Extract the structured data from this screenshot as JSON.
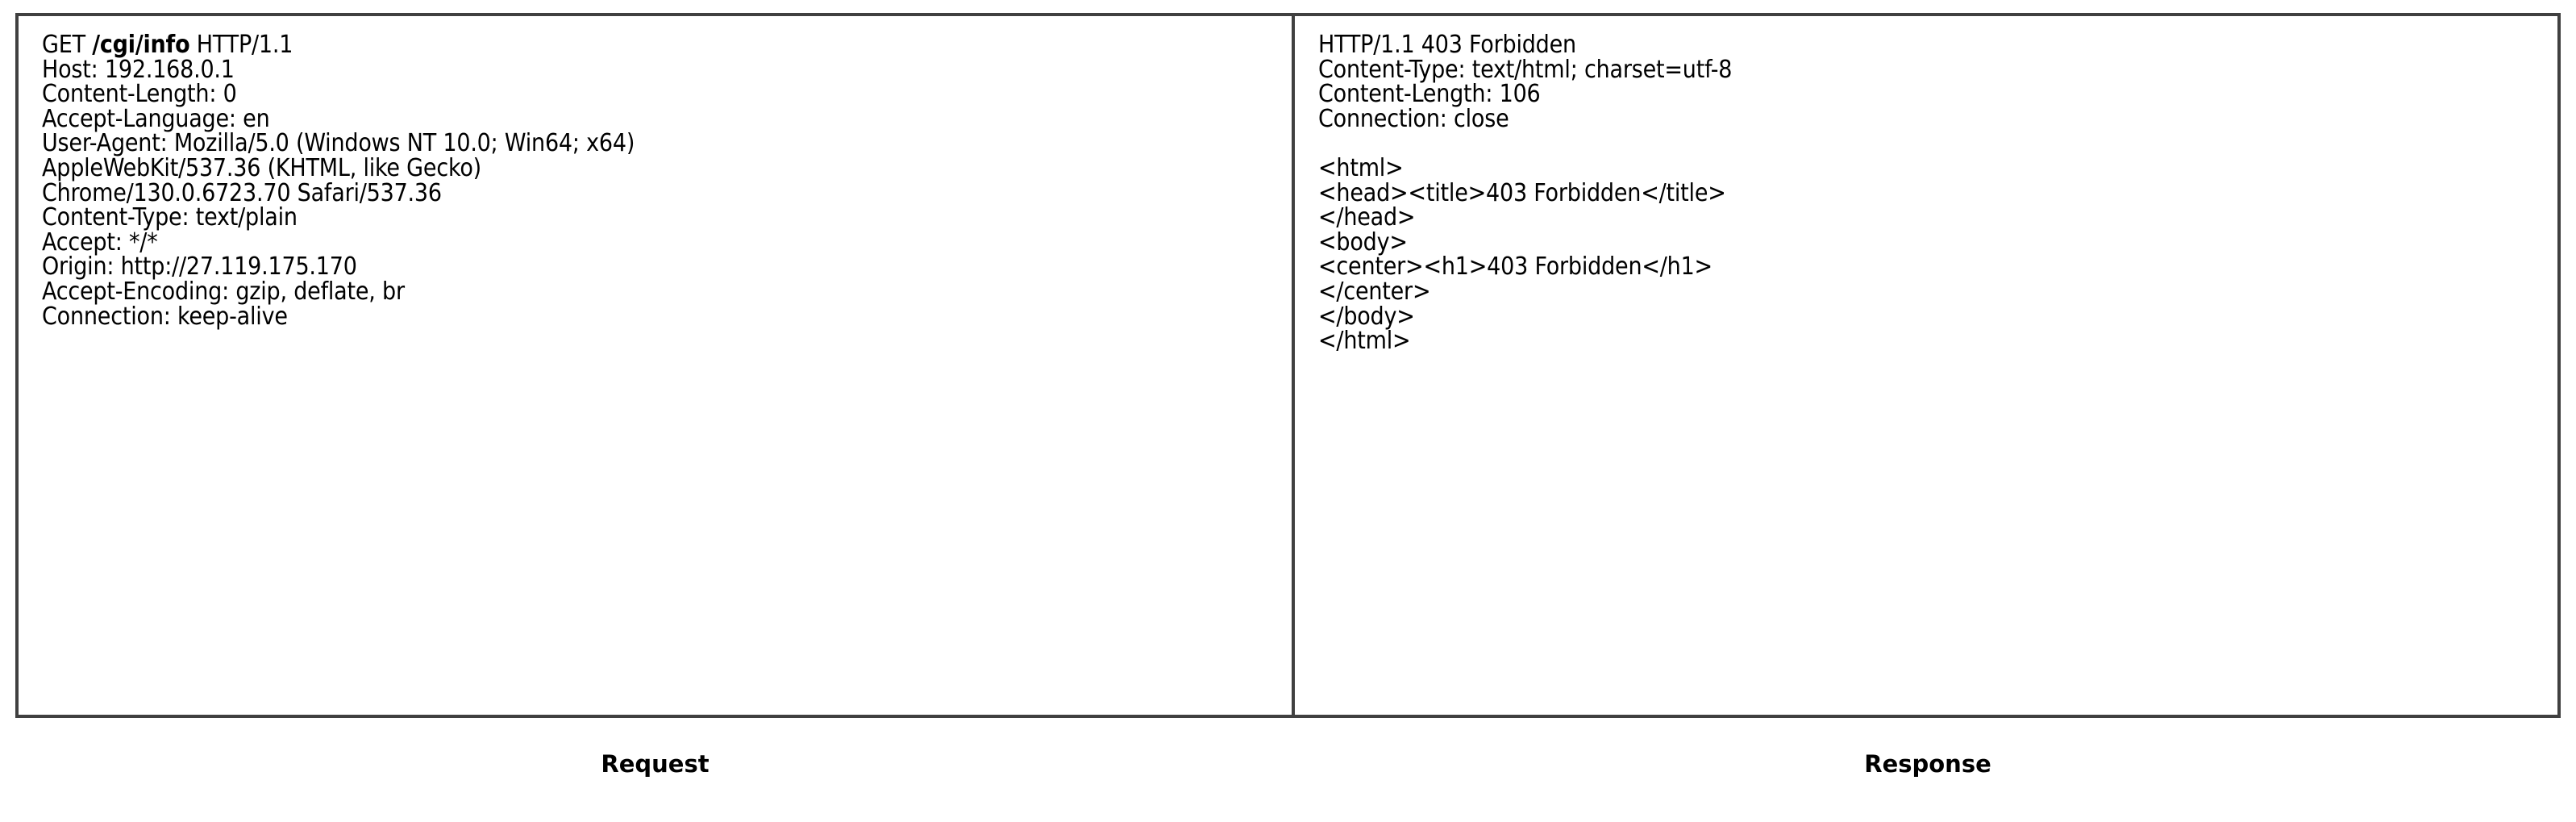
{
  "figure": {
    "border_color": "#404040",
    "text_color": "#000000",
    "background_color": "#ffffff"
  },
  "request": {
    "caption": "Request",
    "start_line": {
      "method": "GET ",
      "path": "/cgi/info",
      "version": " HTTP/1.1"
    },
    "lines": [
      "Host: 192.168.0.1",
      "Content-Length: 0",
      "Accept-Language: en",
      "User-Agent: Mozilla/5.0 (Windows NT 10.0; Win64; x64)",
      "AppleWebKit/537.36 (KHTML, like Gecko)",
      "Chrome/130.0.6723.70 Safari/537.36",
      "Content-Type: text/plain",
      "Accept: */*",
      "Origin: http://27.119.175.170",
      "Accept-Encoding: gzip, deflate, br",
      "Connection: keep-alive"
    ]
  },
  "response": {
    "caption": "Response",
    "lines": [
      "HTTP/1.1 403 Forbidden",
      "Content-Type: text/html; charset=utf-8",
      "Content-Length: 106",
      "Connection: close",
      "",
      "<html>",
      "<head><title>403 Forbidden</title>",
      "</head>",
      "<body>",
      "<center><h1>403 Forbidden</h1>",
      "</center>",
      "</body>",
      "</html>"
    ]
  }
}
